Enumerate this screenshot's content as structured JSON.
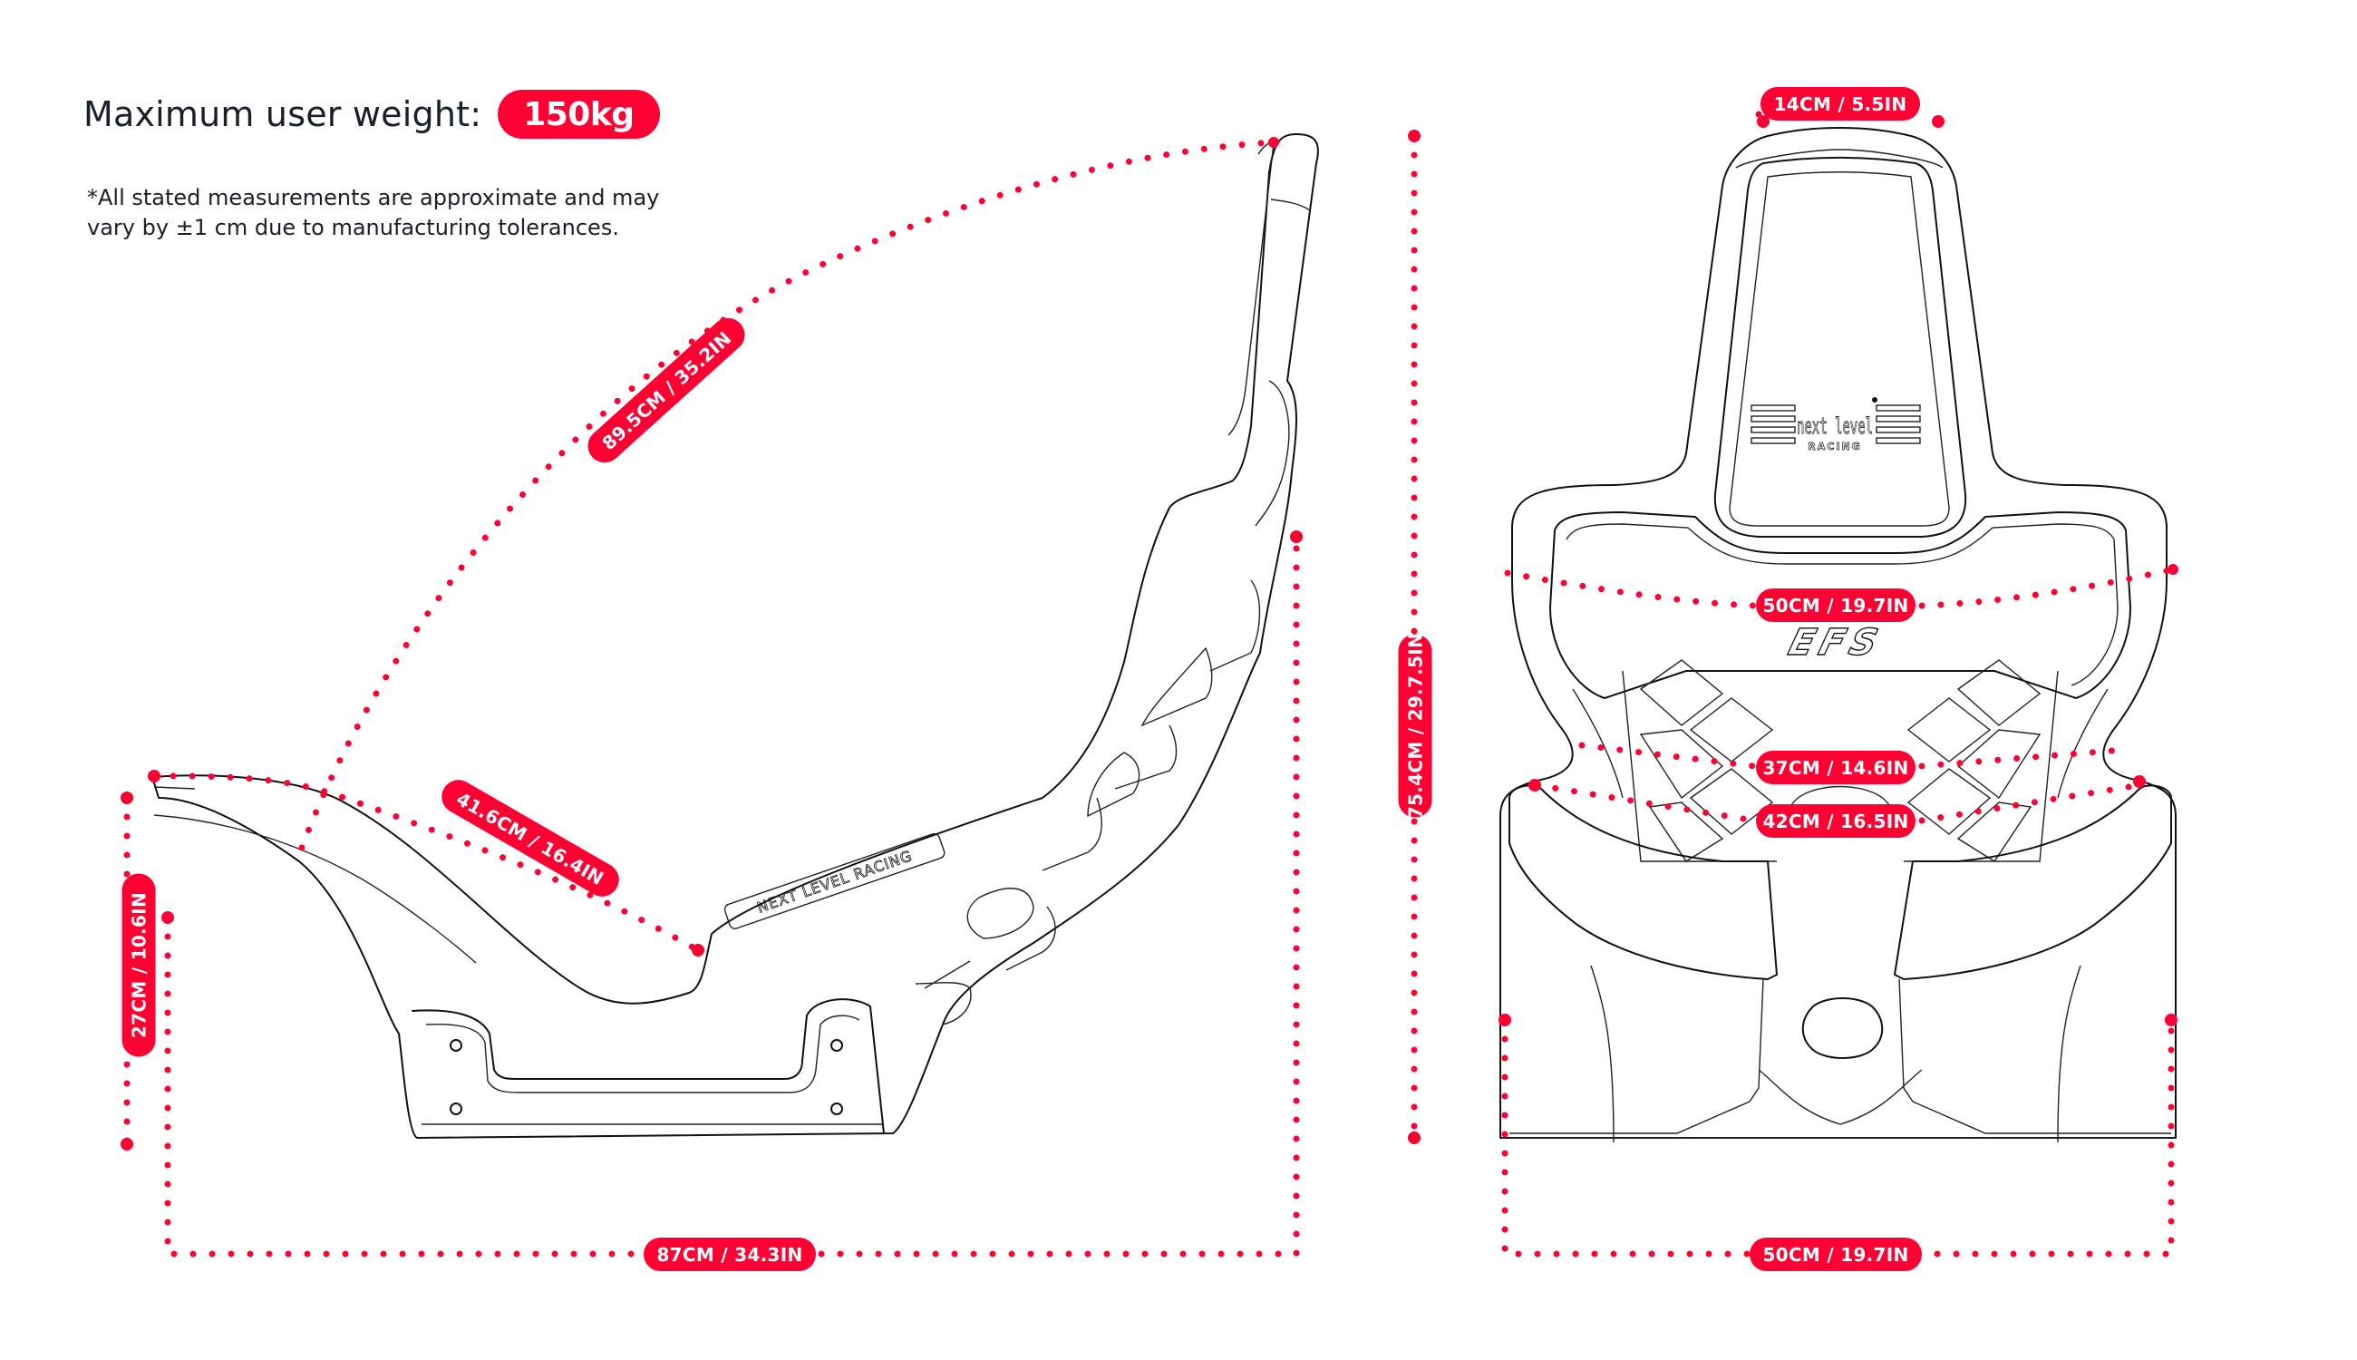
{
  "spec": {
    "max_weight_label": "Maximum user weight:",
    "max_weight_value": "150kg",
    "disclaimer": "*All stated measurements are approximate and may vary by ±1 cm due to manufacturing tolerances."
  },
  "side_view": {
    "dimensions": {
      "seat_length_diagonal": "89.5CM / 35.2IN",
      "seat_base_depth": "41.6CM / 16.4IN",
      "front_height": "27CM / 10.6IN",
      "overall_length": "87CM / 34.3IN"
    },
    "brand_strip": "NEXT LEVEL RACING"
  },
  "front_view": {
    "dimensions": {
      "headrest_width": "14CM / 5.5IN",
      "overall_height": "75.4CM / 29.7.5IN",
      "shoulder_width": "50CM / 19.7IN",
      "hip_inner_width": "37CM / 14.6IN",
      "hip_outer_width": "42CM / 16.5IN",
      "base_width": "50CM / 19.7IN"
    },
    "logo": {
      "line1": "next level",
      "line2": "RACING"
    },
    "model_badge": "EFS"
  },
  "colors": {
    "accent": "#ff0033",
    "text": "#1b1e2b",
    "line": "#111111"
  }
}
